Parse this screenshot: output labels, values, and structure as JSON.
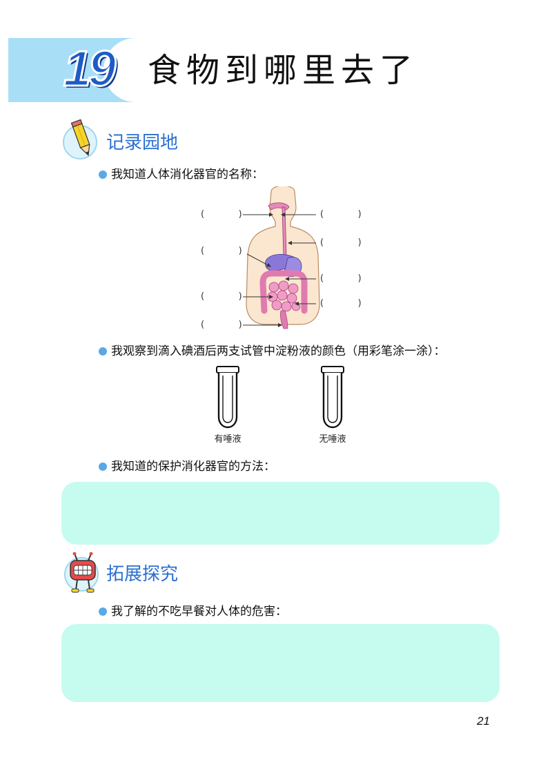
{
  "header": {
    "chapter_number": "19",
    "title": "食物到哪里去了"
  },
  "section_record": {
    "title": "记录园地",
    "icon": "pencil-icon",
    "items": [
      "我知道人体消化器官的名称：",
      "我观察到滴入碘酒后两支试管中淀粉液的颜色（用彩笔涂一涂）：",
      "我知道的保护消化器官的方法："
    ],
    "diagram_blank": "(            )",
    "tubes": [
      {
        "label": "有唾液"
      },
      {
        "label": "无唾液"
      }
    ]
  },
  "section_extend": {
    "title": "拓展探究",
    "icon": "robot-mouth-icon",
    "items": [
      "我了解的不吃早餐对人体的危害："
    ]
  },
  "colors": {
    "header_band": "#a9def7",
    "section_title": "#2a6fd0",
    "bullet_dot": "#5aa9e6",
    "answer_box": "#c6fbf0",
    "organ_pink": "#e58ab8",
    "organ_purple": "#8a78d8"
  },
  "page_number": "21"
}
